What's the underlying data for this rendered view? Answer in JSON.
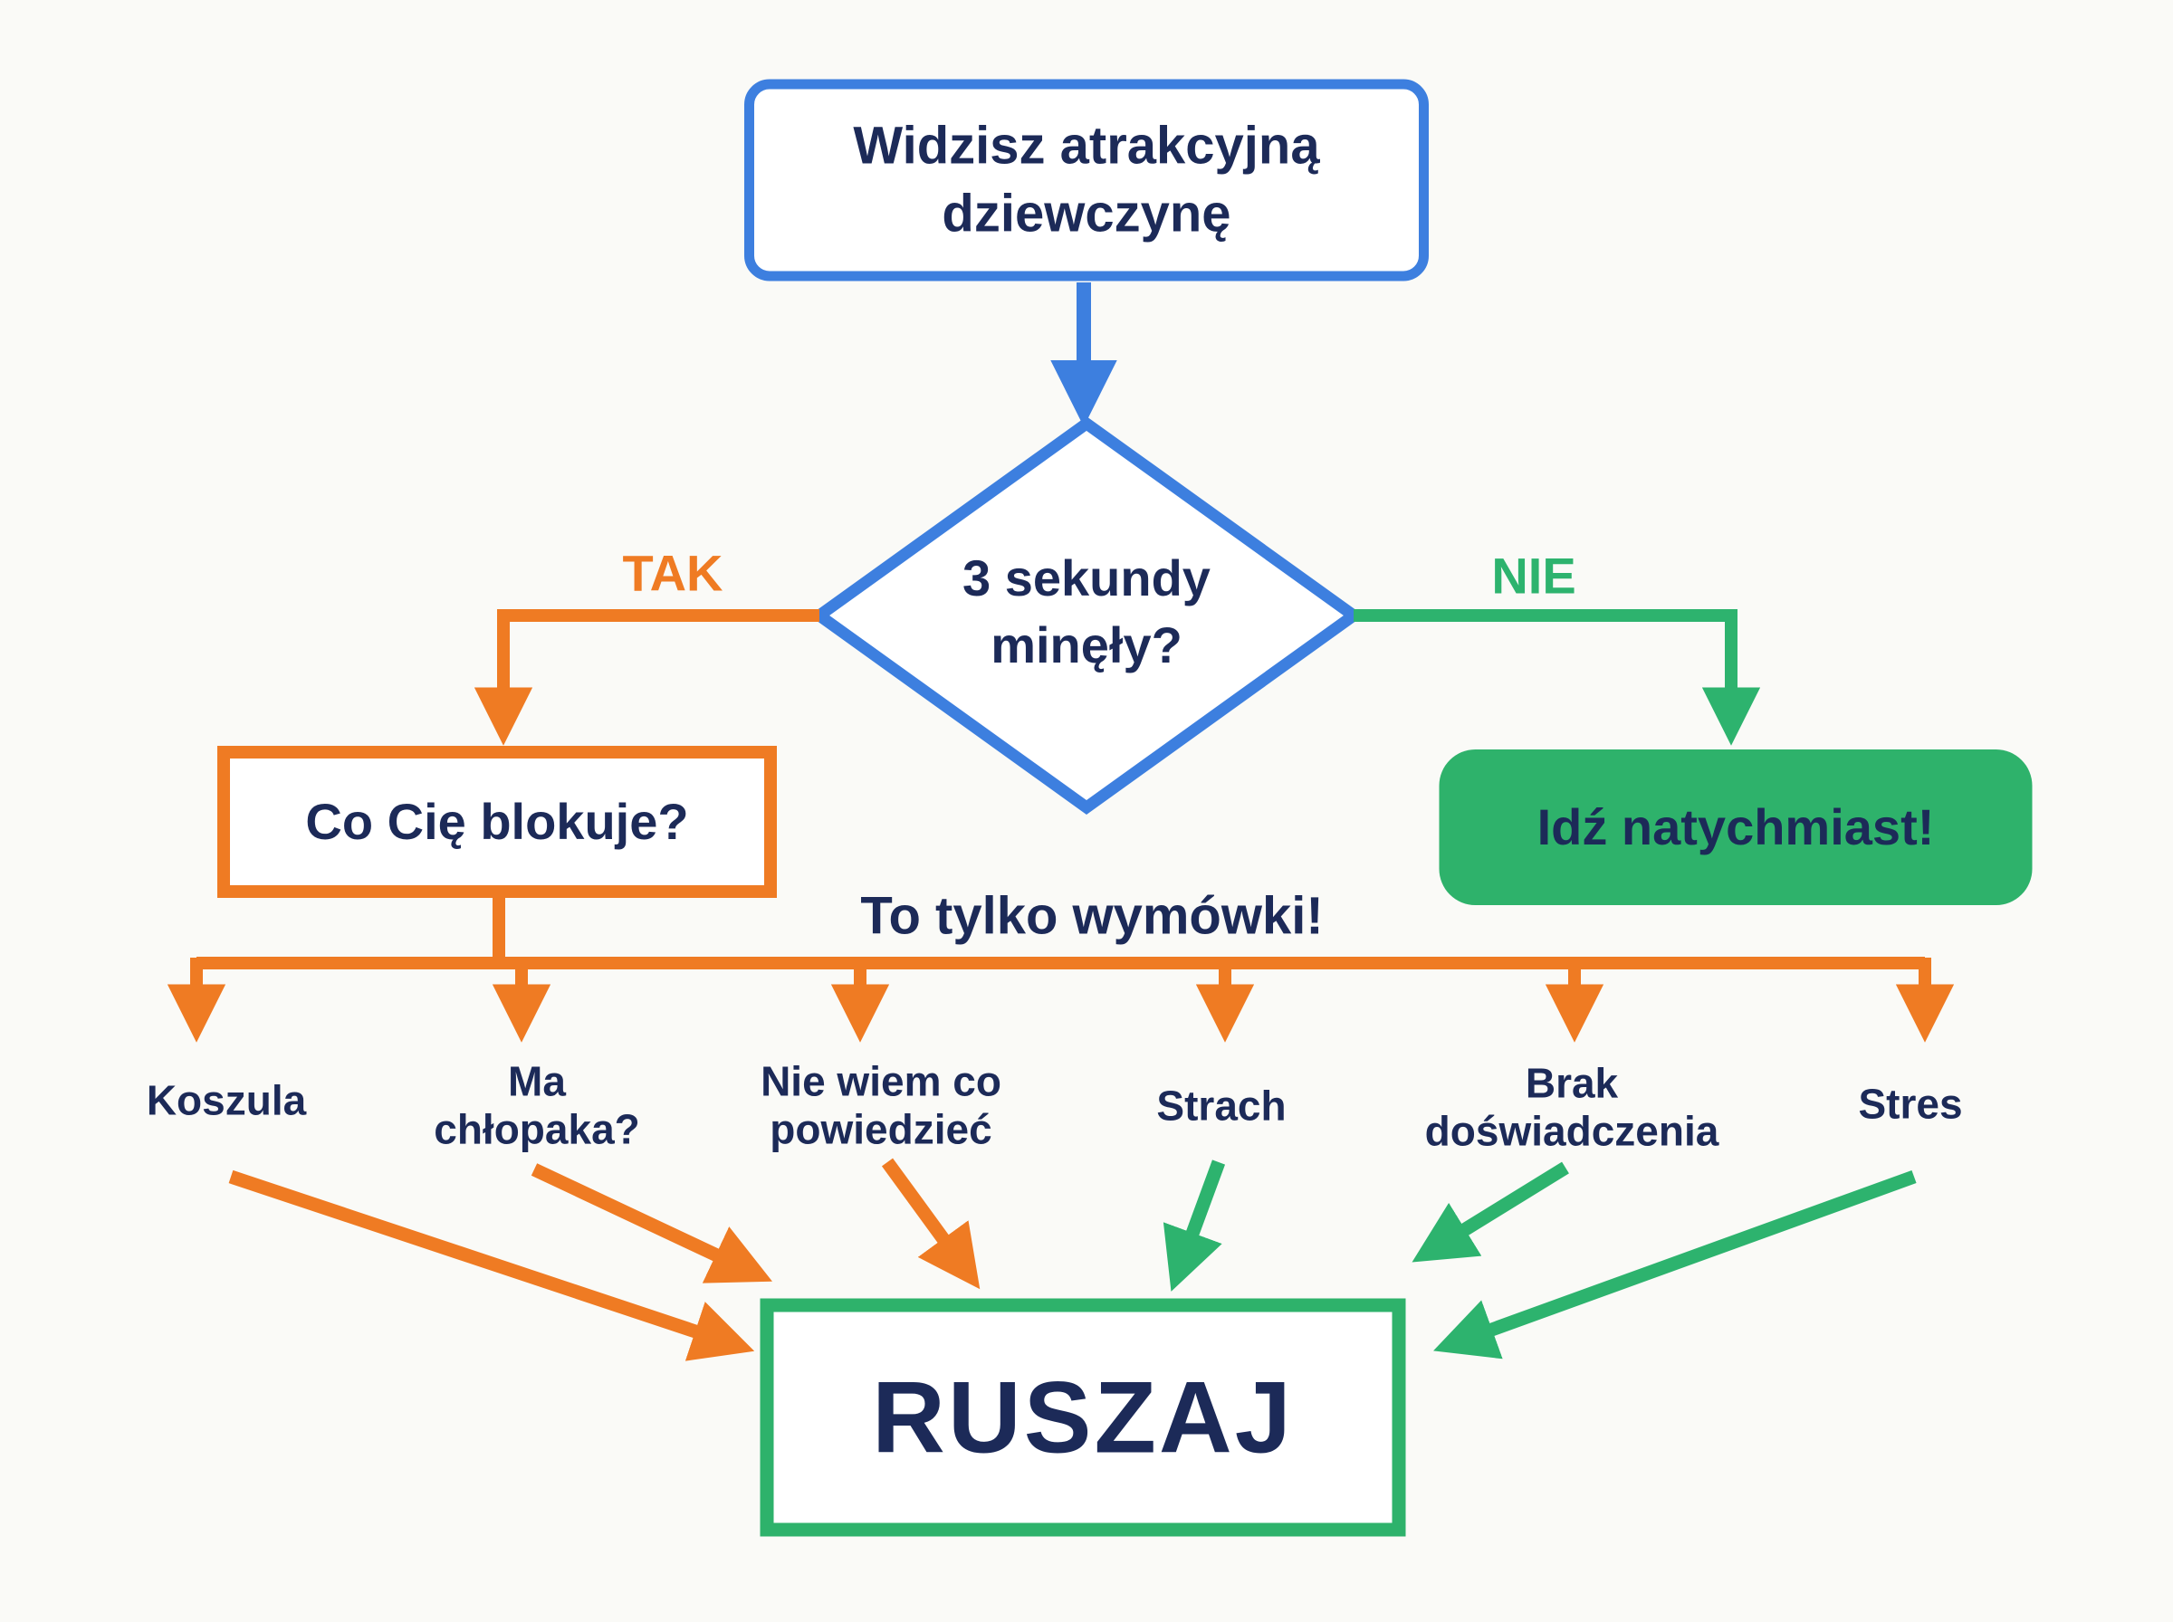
{
  "colors": {
    "blue": "#3d7fdf",
    "orange": "#ef7b23",
    "green": "#2db36e",
    "green_box": "#2eb26b",
    "navy": "#1c2a58",
    "background": "#fafaf7"
  },
  "flowchart": {
    "start": {
      "label": "Widzisz atrakcyjną\ndziewczynę"
    },
    "decision": {
      "label": "3 sekundy\nminęły?"
    },
    "branch_yes": {
      "label": "TAK"
    },
    "branch_no": {
      "label": "NIE"
    },
    "blocker": {
      "label": "Co Cię blokuje?"
    },
    "go_now": {
      "label": "Idź natychmiast!"
    },
    "excuses_note": {
      "label": "To tylko wymówki!"
    },
    "excuses": [
      {
        "label": "Koszula"
      },
      {
        "label": "Ma\nchłopaka?"
      },
      {
        "label": "Nie wiem co\npowiedzieć"
      },
      {
        "label": "Strach"
      },
      {
        "label": "Brak\ndoświadczenia"
      },
      {
        "label": "Stres"
      }
    ],
    "final": {
      "label": "RUSZAJ"
    }
  }
}
